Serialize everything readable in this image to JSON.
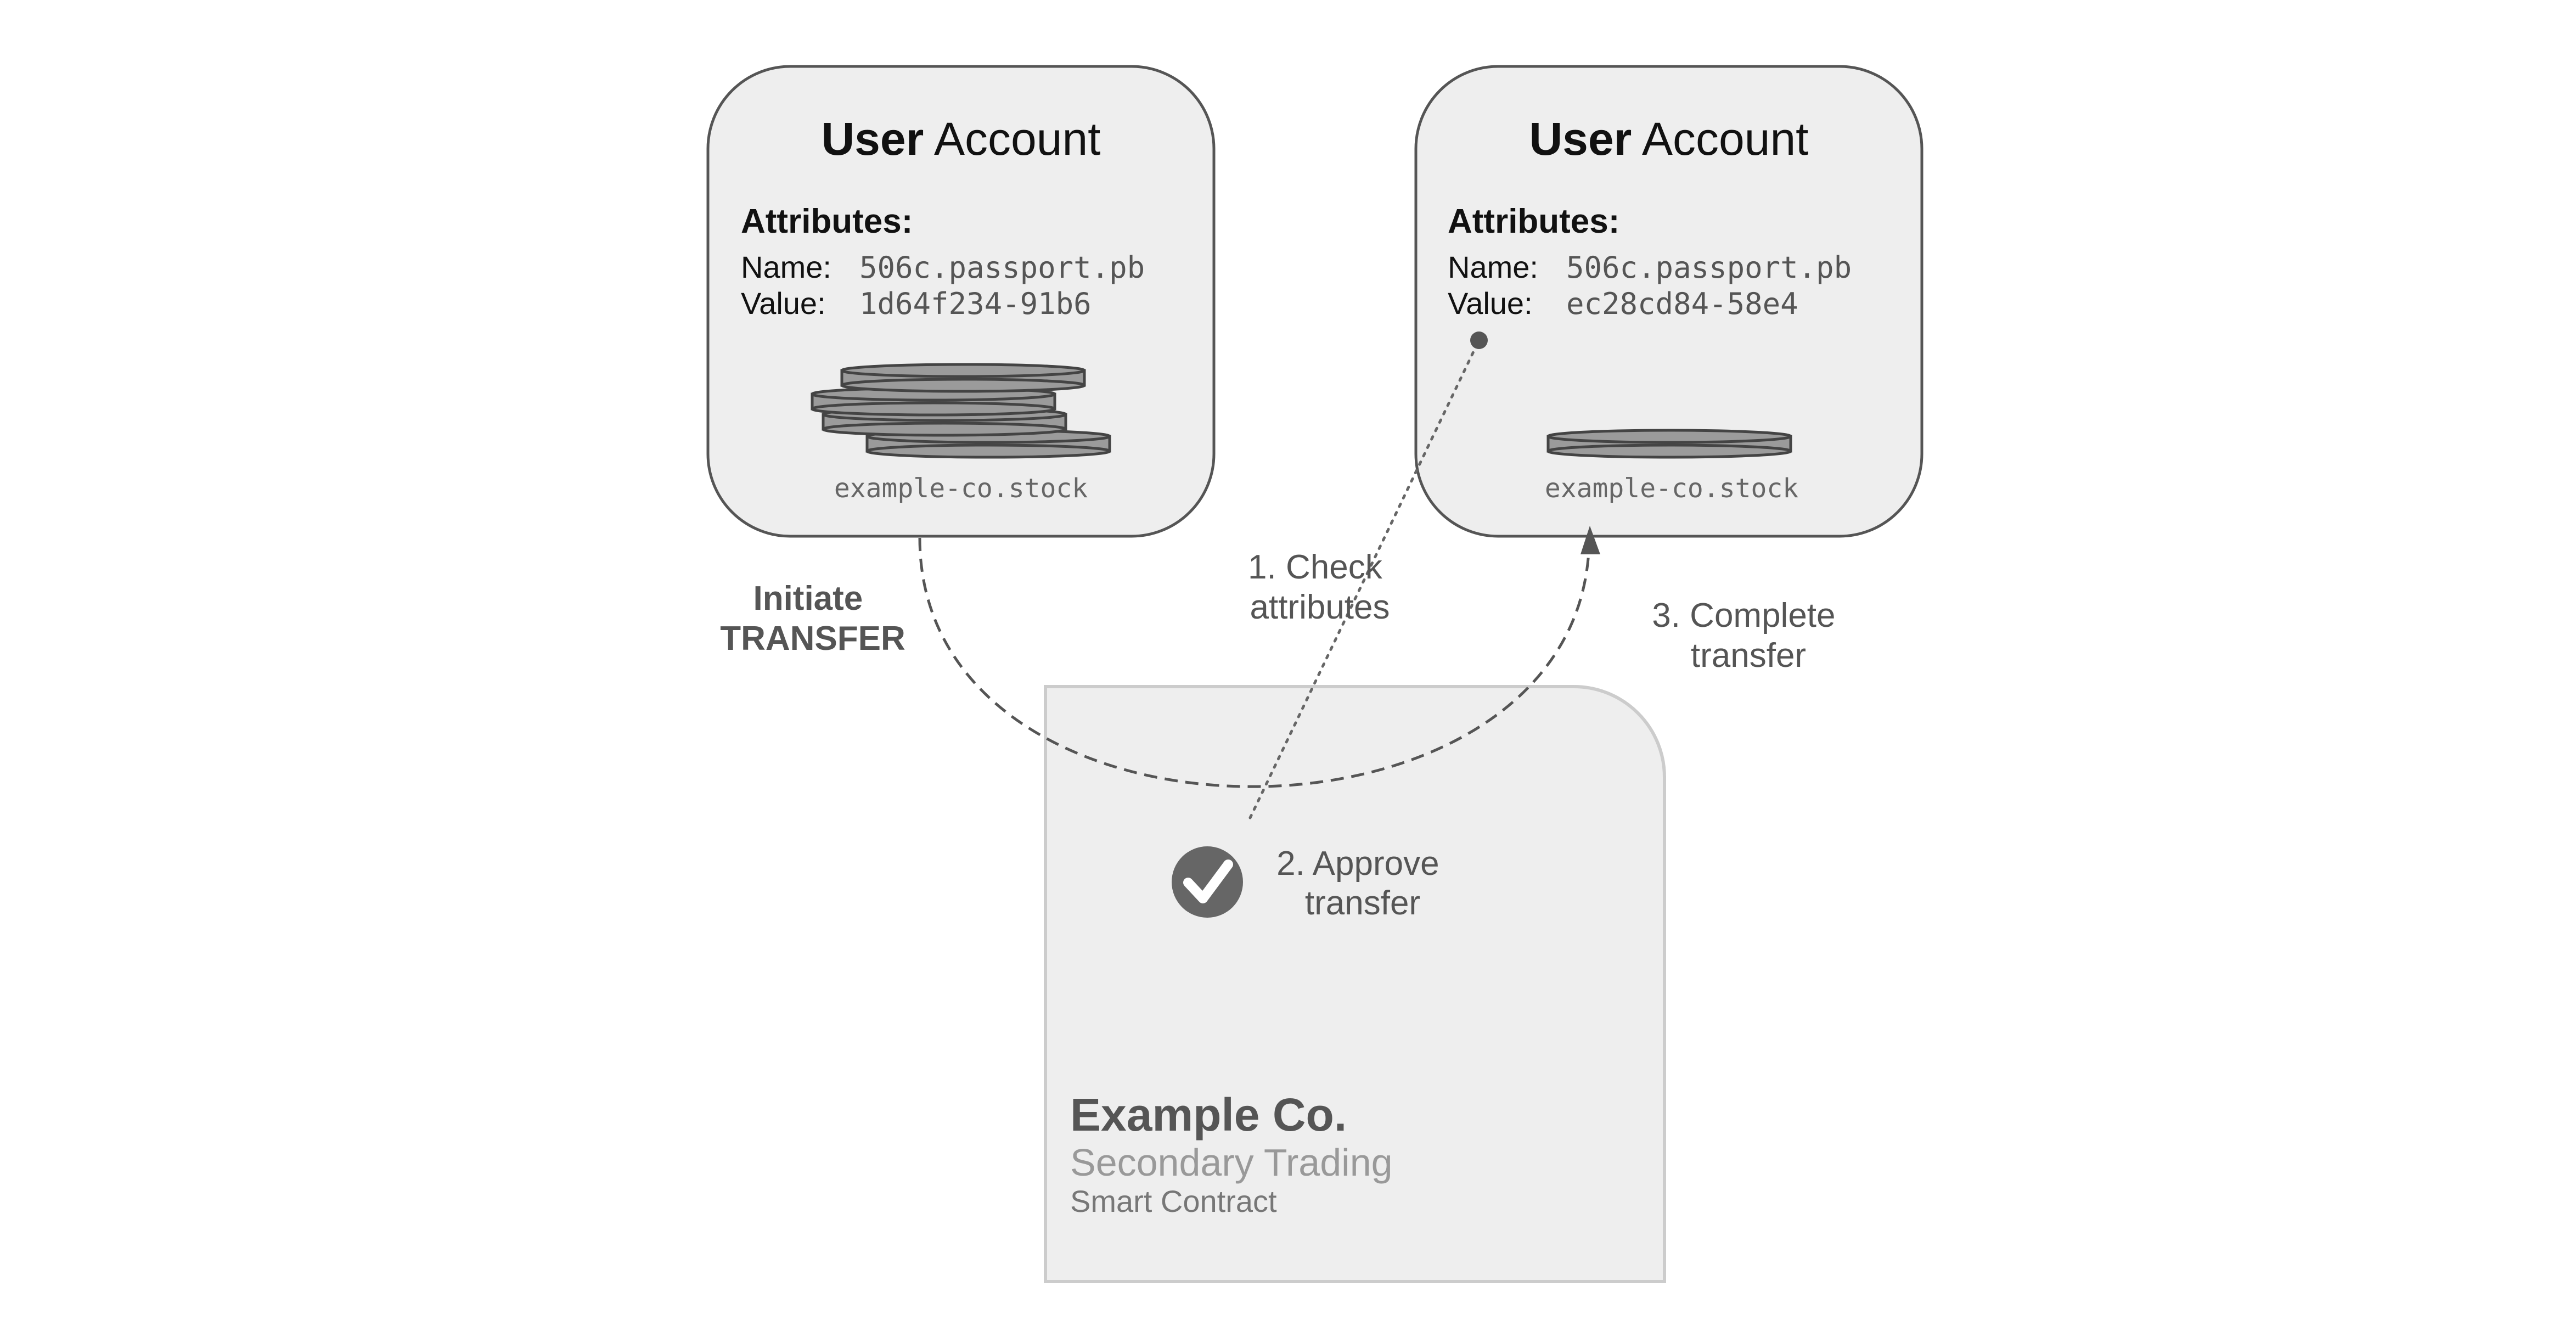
{
  "accounts": [
    {
      "title_bold": "User",
      "title_rest": " Account",
      "attributes_label": "Attributes:",
      "name_label": "Name:",
      "name_value": "506c.passport.pb",
      "value_label": "Value:",
      "value_value": "1d64f234-91b6",
      "asset_label": "example-co.stock",
      "coin_count": 4
    },
    {
      "title_bold": "User",
      "title_rest": " Account",
      "attributes_label": "Attributes:",
      "name_label": "Name:",
      "name_value": "506c.passport.pb",
      "value_label": "Value:",
      "value_value": "ec28cd84-58e4",
      "asset_label": "example-co.stock",
      "coin_count": 1
    }
  ],
  "steps": {
    "initiate_line1": "Initiate",
    "initiate_line2": "TRANSFER",
    "check_line1": "1. Check",
    "check_line2": "attributes",
    "approve_line1": "2. Approve",
    "approve_line2": "transfer",
    "complete_line1": "3. Complete",
    "complete_line2": "transfer"
  },
  "contract": {
    "company": "Example Co.",
    "subtitle": "Secondary Trading",
    "kind": "Smart Contract"
  },
  "icons": {
    "approve": "check-circle-icon"
  },
  "colors": {
    "box_fill": "#eeeeee",
    "box_stroke": "#555555",
    "contract_stroke": "#cccccc",
    "coin_fill": "#9b9b9b",
    "text_dark": "#111111",
    "text_mid": "#555555",
    "text_light": "#999999"
  }
}
